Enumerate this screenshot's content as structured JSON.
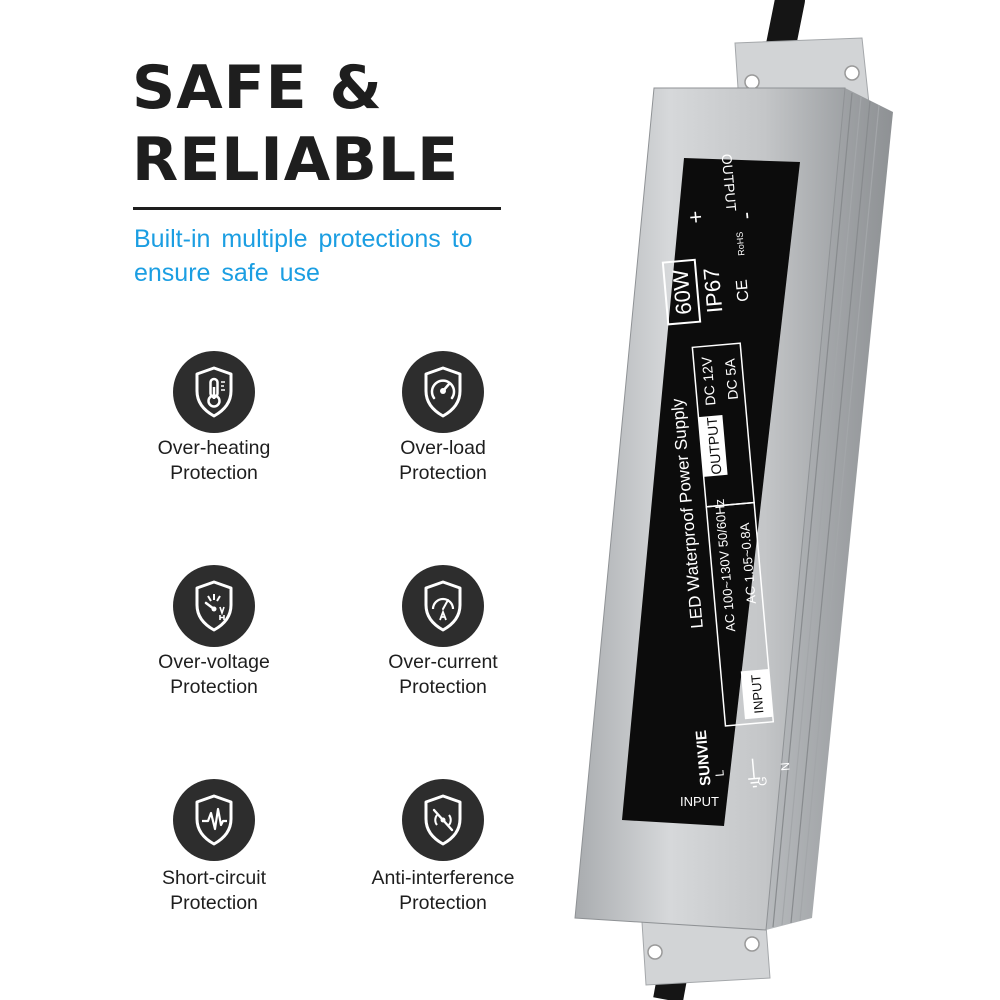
{
  "headline": {
    "line1": "SAFE &",
    "line2": "RELIABLE"
  },
  "subtitle": {
    "line1": "Built-in multiple protections to",
    "line2": "ensure safe use"
  },
  "colors": {
    "accent": "#1b9ee2",
    "text": "#1e1e1e",
    "badge": "#2d2d2d",
    "casing": "#c8cacc",
    "label_panel": "#0c0c0c"
  },
  "features": [
    {
      "icon": "thermometer-shield-icon",
      "line1": "Over-heating",
      "line2": "Protection"
    },
    {
      "icon": "gauge-shield-icon",
      "line1": "Over-load",
      "line2": "Protection"
    },
    {
      "icon": "voltage-shield-icon",
      "line1": "Over-voltage",
      "line2": "Protection"
    },
    {
      "icon": "ammeter-shield-icon",
      "line1": "Over-current",
      "line2": "Protection"
    },
    {
      "icon": "waveform-shield-icon",
      "line1": "Short-circuit",
      "line2": "Protection"
    },
    {
      "icon": "no-signal-shield-icon",
      "line1": "Anti-interference",
      "line2": "Protection"
    }
  ],
  "product": {
    "output_label": "OUTPUT",
    "plus": "+",
    "minus": "-",
    "wattage": "60W",
    "ip_rating": "IP67",
    "ce_mark": "CE",
    "rohs": "RoHS",
    "dc_voltage": "DC 12V",
    "dc_current": "DC 5A",
    "output_row": "OUTPUT",
    "title": "LED Waterproof Power Supply",
    "ac_voltage": "AC 100~130V 50/60Hz",
    "ac_current": "AC 1.05~0.8A",
    "input_row": "INPUT",
    "brand": "SUNVIE",
    "pin_l": "L",
    "pin_n": "N",
    "pin_g": "G",
    "input_label": "INPUT"
  }
}
